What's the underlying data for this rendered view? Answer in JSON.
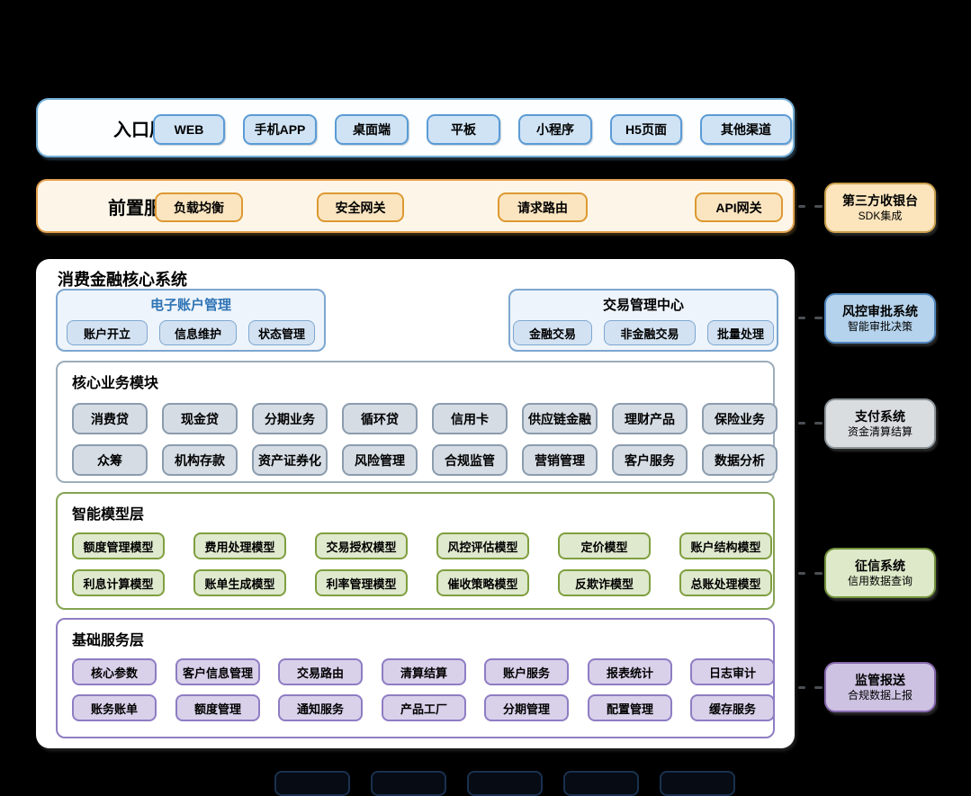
{
  "entry": {
    "label": "入口层",
    "channels": [
      "WEB",
      "手机APP",
      "桌面端",
      "平板",
      "小程序",
      "H5页面",
      "其他渠道"
    ]
  },
  "gateway": {
    "label": "前置服务层",
    "services": [
      "负载均衡",
      "安全网关",
      "请求路由",
      "API网关"
    ]
  },
  "core": {
    "title": "消费金融核心系统",
    "account": {
      "title": "电子账户管理",
      "items": [
        "账户开立",
        "信息维护",
        "状态管理"
      ]
    },
    "trade": {
      "title": "交易管理中心",
      "items": [
        "金融交易",
        "非金融交易",
        "批量处理"
      ]
    },
    "business": {
      "title": "核心业务模块",
      "row1": [
        "消费贷",
        "现金贷",
        "分期业务",
        "循环贷",
        "信用卡",
        "供应链金融",
        "理财产品",
        "保险业务"
      ],
      "row2": [
        "众筹",
        "机构存款",
        "资产证券化",
        "风险管理",
        "合规监管",
        "营销管理",
        "客户服务",
        "数据分析"
      ]
    },
    "models": {
      "title": "智能模型层",
      "row1": [
        "额度管理模型",
        "费用处理模型",
        "交易授权模型",
        "风控评估模型",
        "定价模型",
        "账户结构模型"
      ],
      "row2": [
        "利息计算模型",
        "账单生成模型",
        "利率管理模型",
        "催收策略模型",
        "反欺诈模型",
        "总账处理模型"
      ]
    },
    "base": {
      "title": "基础服务层",
      "row1": [
        "核心参数",
        "客户信息管理",
        "交易路由",
        "清算结算",
        "账户服务",
        "报表统计",
        "日志审计"
      ],
      "row2": [
        "账务账单",
        "额度管理",
        "通知服务",
        "产品工厂",
        "分期管理",
        "配置管理",
        "缓存服务"
      ]
    }
  },
  "external": [
    {
      "title": "第三方收银台",
      "subtitle": "SDK集成"
    },
    {
      "title": "风控审批系统",
      "subtitle": "智能审批决策"
    },
    {
      "title": "支付系统",
      "subtitle": "资金清算结算"
    },
    {
      "title": "征信系统",
      "subtitle": "信用数据查询"
    },
    {
      "title": "监管报送",
      "subtitle": "合规数据上报"
    }
  ],
  "colors": {
    "background": "#000000",
    "entry_accent": "#5b9bd5",
    "gateway_accent": "#dd9933",
    "account_title": "#2e74b5",
    "business_accent": "#8b9cae",
    "model_accent": "#7f9f3f",
    "base_accent": "#8e7cc3",
    "external_orange": "#caa04c",
    "external_blue": "#5186be",
    "external_gray": "#8c9499",
    "external_green": "#74923d",
    "external_purple": "#8668ad"
  }
}
